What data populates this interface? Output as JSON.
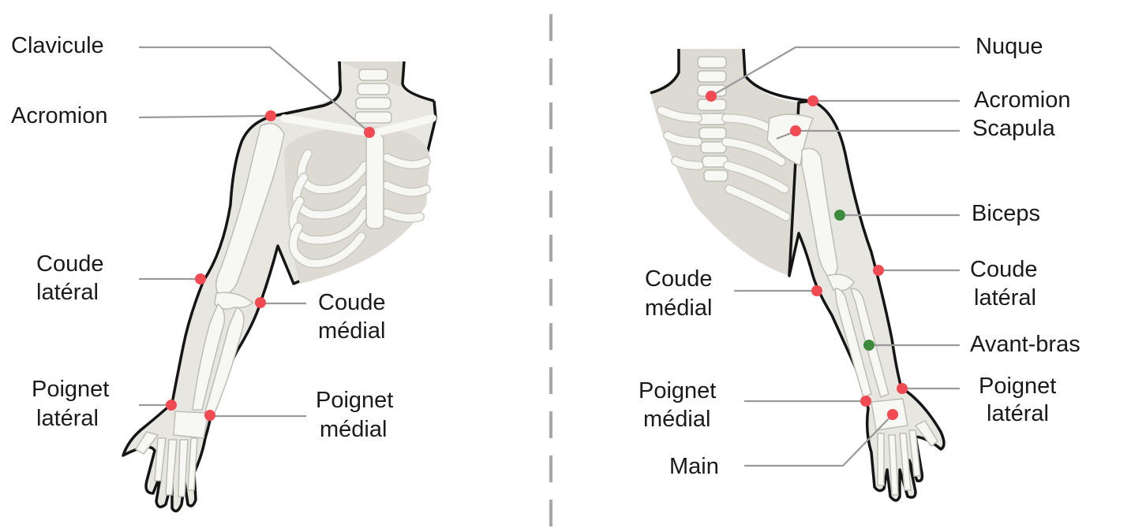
{
  "colors": {
    "measurement_point": "#f24a52",
    "muscle_point": "#3c8a3c",
    "leader_line": "#9a9a9a",
    "divider": "#a8a8a8"
  },
  "front": {
    "labels": {
      "clavicule": "Clavicule",
      "acromion": "Acromion",
      "coude_lateral_1": "Coude",
      "coude_lateral_2": "latéral",
      "coude_medial_1": "Coude",
      "coude_medial_2": "médial",
      "poignet_lateral_1": "Poignet",
      "poignet_lateral_2": "latéral",
      "poignet_medial_1": "Poignet",
      "poignet_medial_2": "médial"
    }
  },
  "back": {
    "labels": {
      "nuque": "Nuque",
      "acromion": "Acromion",
      "scapula": "Scapula",
      "biceps": "Biceps",
      "coude_lateral_1": "Coude",
      "coude_lateral_2": "latéral",
      "avant_bras": "Avant-bras",
      "coude_medial_1": "Coude",
      "coude_medial_2": "médial",
      "poignet_lateral_1": "Poignet",
      "poignet_lateral_2": "latéral",
      "poignet_medial_1": "Poignet",
      "poignet_medial_2": "médial",
      "main": "Main"
    }
  }
}
